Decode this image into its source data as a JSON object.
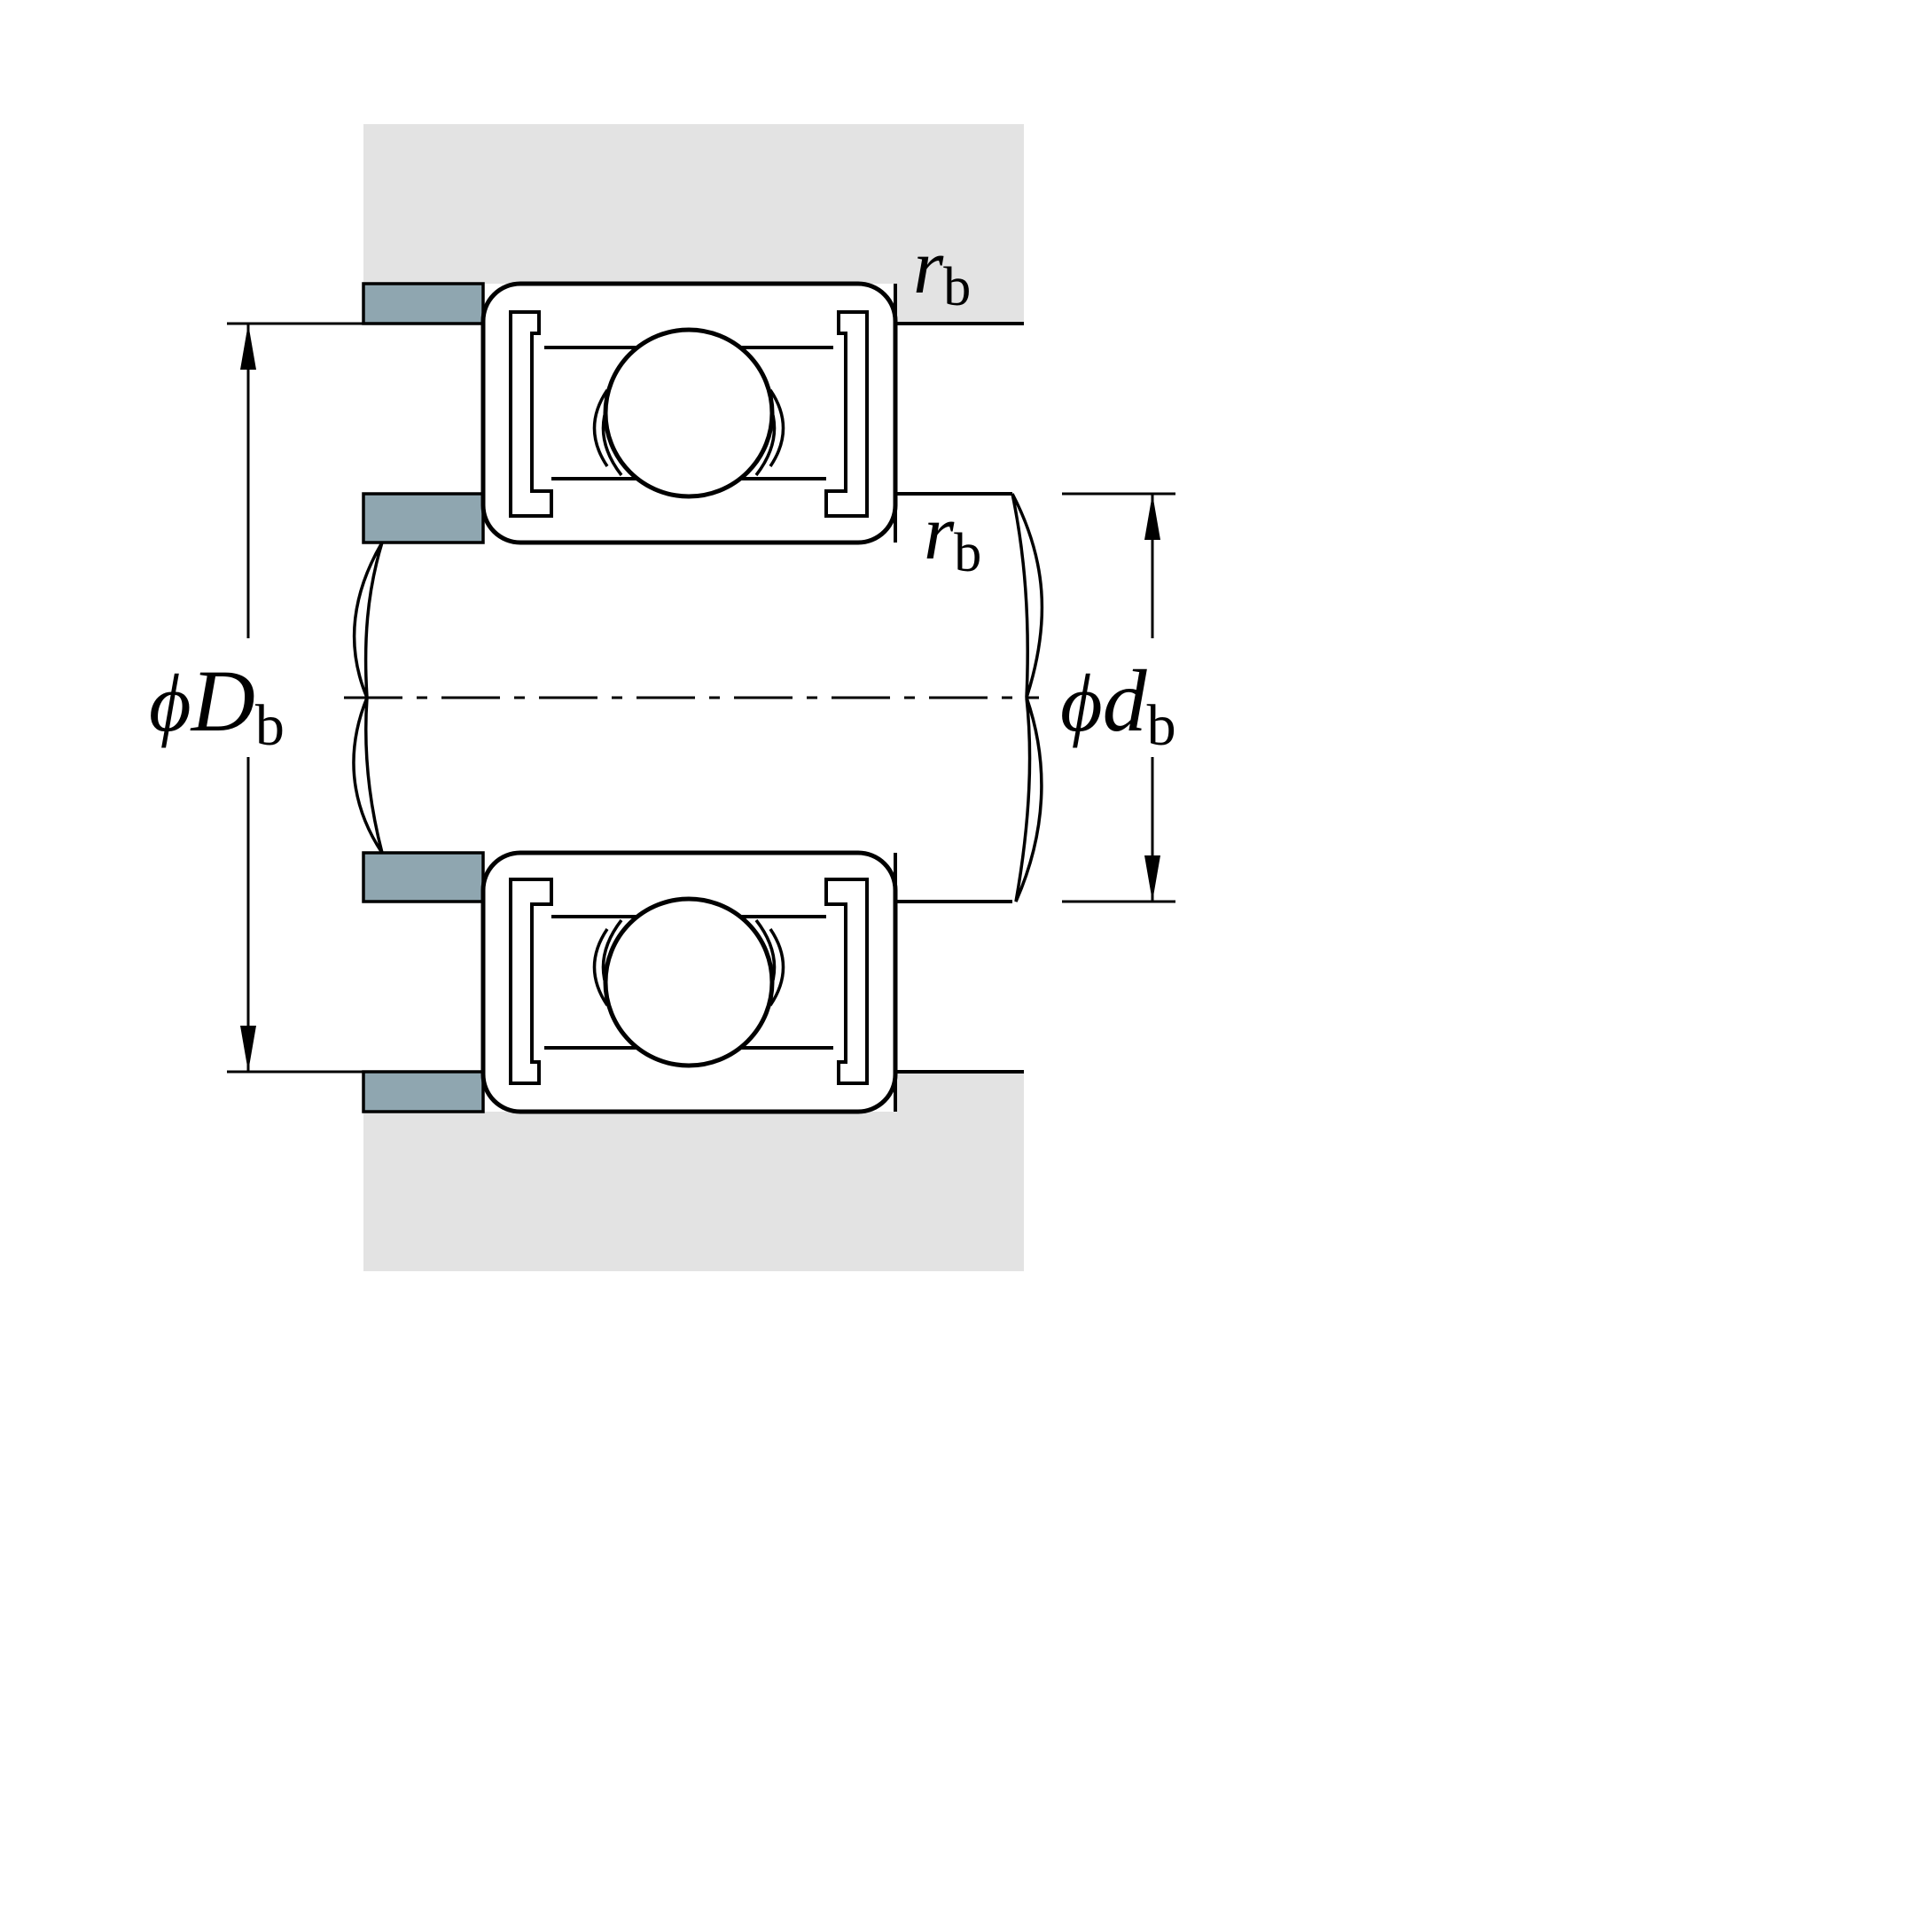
{
  "title": "bearing-shoulder-mounting-diagram",
  "labels": {
    "dim_left": {
      "phi": "ϕ",
      "letter": "D",
      "sub": "b"
    },
    "dim_right": {
      "phi": "ϕ",
      "letter": "d",
      "sub": "b"
    },
    "fillet_top": {
      "letter": "r",
      "sub": "b"
    },
    "fillet_side": {
      "letter": "r",
      "sub": "b"
    }
  },
  "colors": {
    "housing": "#e3e3e3",
    "abutment": "#8fa6b0",
    "line": "#000000",
    "background": "#ffffff"
  }
}
